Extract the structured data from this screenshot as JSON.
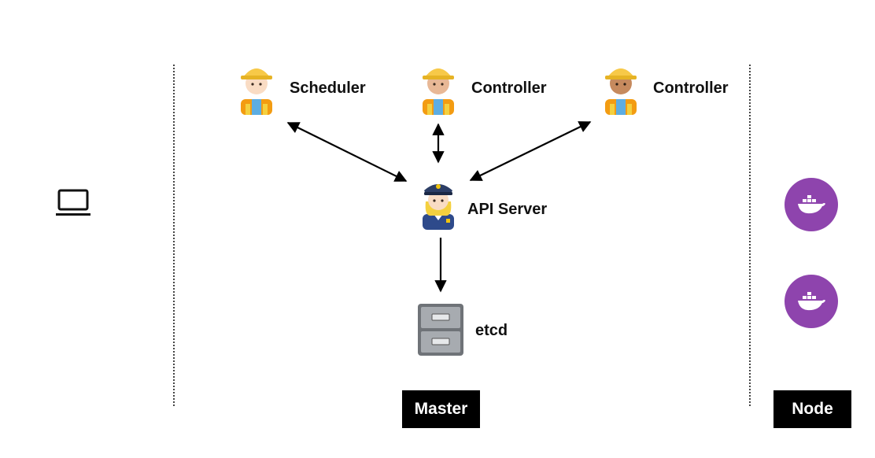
{
  "components": {
    "scheduler": "Scheduler",
    "controller_1": "Controller",
    "controller_2": "Controller",
    "api_server": "API Server",
    "etcd": "etcd"
  },
  "sections": {
    "master": "Master",
    "node": "Node"
  },
  "icons": {
    "client": "laptop-icon",
    "scheduler": "construction-worker-icon",
    "controllers": "construction-worker-icon",
    "api_server": "police-officer-icon",
    "etcd": "file-cabinet-icon",
    "node_containers": "docker-whale-icon"
  },
  "colors": {
    "node_container": "#8e44ad",
    "section_box": "#000000",
    "arrow": "#000000"
  }
}
